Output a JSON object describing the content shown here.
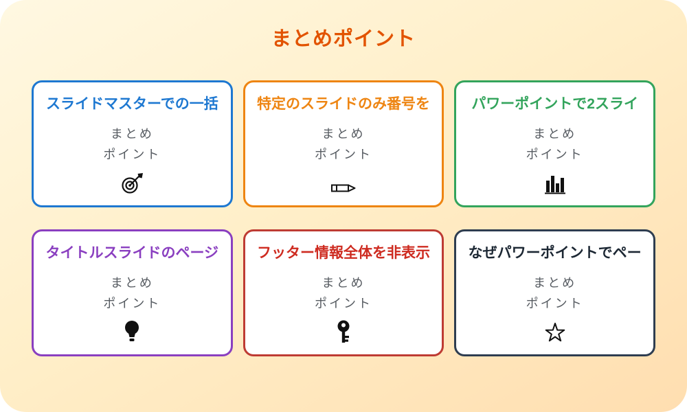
{
  "title": "まとめポイント",
  "title_color": "#E25300",
  "background": {
    "gradient_from": "#FFF8E2",
    "gradient_to": "#FFDEB0"
  },
  "body_text_color": "#565B61",
  "cards": [
    {
      "title": "スライドマスターでの一括",
      "color": "#1E78D1",
      "title_color": "#1E78D1",
      "line1": "まとめ",
      "line2": "ポイント",
      "icon": "target-dart-icon"
    },
    {
      "title": "特定のスライドのみ番号を",
      "color": "#EE8512",
      "title_color": "#EE8512",
      "line1": "まとめ",
      "line2": "ポイント",
      "icon": "pencil-icon"
    },
    {
      "title": "パワーポイントで2スライ",
      "color": "#33A45C",
      "title_color": "#33A45C",
      "line1": "まとめ",
      "line2": "ポイント",
      "icon": "bar-chart-icon"
    },
    {
      "title": "タイトルスライドのページ",
      "color": "#8A3FC0",
      "title_color": "#8A3FC0",
      "line1": "まとめ",
      "line2": "ポイント",
      "icon": "lightbulb-icon"
    },
    {
      "title": "フッター情報全体を非表示",
      "color": "#BE3B33",
      "title_color": "#CE2B20",
      "line1": "まとめ",
      "line2": "ポイント",
      "icon": "key-icon"
    },
    {
      "title": "なぜパワーポイントでペー",
      "color": "#2E3D50",
      "title_color": "#1C2733",
      "line1": "まとめ",
      "line2": "ポイント",
      "icon": "star-icon"
    }
  ]
}
